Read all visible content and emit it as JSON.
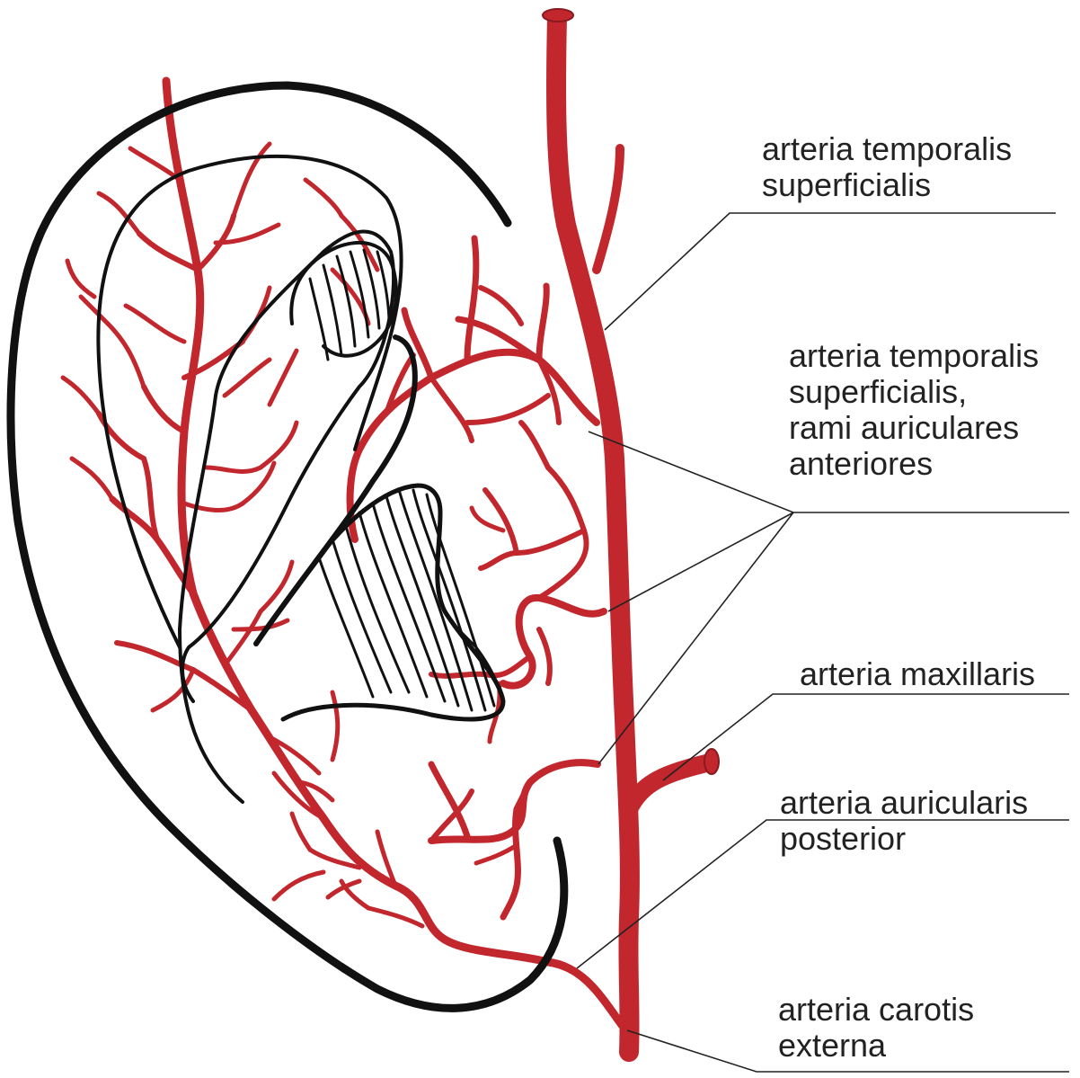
{
  "colors": {
    "artery": "#c1272d",
    "ear_outline": "#111111",
    "leader_line": "#222222",
    "label_text": "#222222",
    "background": "#ffffff"
  },
  "labels": [
    {
      "id": "temporalis-superficialis",
      "lines": [
        "arteria temporalis",
        "superficialis"
      ]
    },
    {
      "id": "rami-auriculares-anteriores",
      "lines": [
        "arteria temporalis",
        "superficialis,",
        "rami auriculares",
        "anteriores"
      ]
    },
    {
      "id": "maxillaris",
      "lines": [
        "arteria maxillaris"
      ]
    },
    {
      "id": "auricularis-posterior",
      "lines": [
        "arteria auricularis",
        "posterior"
      ]
    },
    {
      "id": "carotis-externa",
      "lines": [
        "arteria carotis",
        "externa"
      ]
    }
  ]
}
